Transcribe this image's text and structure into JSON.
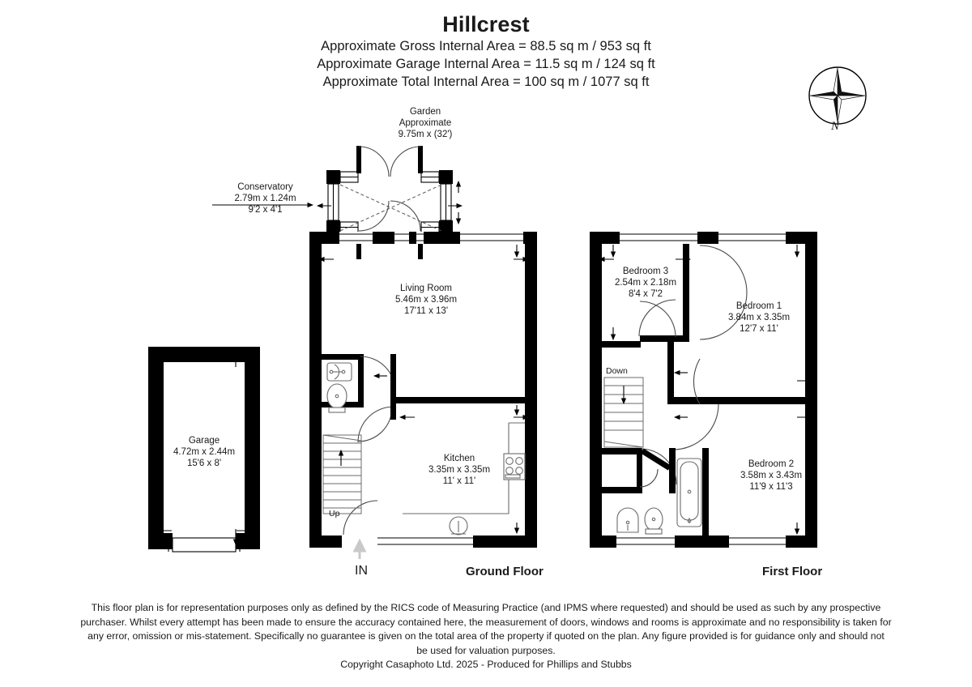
{
  "header": {
    "title": "Hillcrest",
    "areas": [
      "Approximate Gross Internal Area = 88.5 sq m / 953 sq ft",
      "Approximate Garage Internal Area = 11.5 sq m / 124 sq ft",
      "Approximate Total Internal Area = 100 sq m / 1077 sq ft"
    ]
  },
  "compass": {
    "icon": "compass-rose-icon",
    "north_label": "N"
  },
  "floors": [
    {
      "id": "ground",
      "label": "Ground Floor"
    },
    {
      "id": "first",
      "label": "First Floor"
    }
  ],
  "entrance": {
    "label": "IN",
    "icon": "arrow-up-icon"
  },
  "garden": {
    "name": "Garden",
    "qualifier": "Approximate",
    "dimensions": "9.75m x (32')"
  },
  "rooms": [
    {
      "id": "conservatory",
      "name": "Conservatory",
      "dim_metric": "2.79m x 1.24m",
      "dim_imperial": "9'2 x 4'1",
      "floor": "ground"
    },
    {
      "id": "living-room",
      "name": "Living Room",
      "dim_metric": "5.46m x 3.96m",
      "dim_imperial": "17'11 x 13'",
      "floor": "ground"
    },
    {
      "id": "kitchen",
      "name": "Kitchen",
      "dim_metric": "3.35m x 3.35m",
      "dim_imperial": "11' x 11'",
      "floor": "ground"
    },
    {
      "id": "garage",
      "name": "Garage",
      "dim_metric": "4.72m x 2.44m",
      "dim_imperial": "15'6 x 8'",
      "floor": "ground"
    },
    {
      "id": "bedroom-3",
      "name": "Bedroom 3",
      "dim_metric": "2.54m x 2.18m",
      "dim_imperial": "8'4 x 7'2",
      "floor": "first"
    },
    {
      "id": "bedroom-1",
      "name": "Bedroom 1",
      "dim_metric": "3.84m x 3.35m",
      "dim_imperial": "12'7 x 11'",
      "floor": "first"
    },
    {
      "id": "bedroom-2",
      "name": "Bedroom 2",
      "dim_metric": "3.58m x 3.43m",
      "dim_imperial": "11'9 x 11'3",
      "floor": "first"
    }
  ],
  "stairs": {
    "ground_label": "Up",
    "first_label": "Down"
  },
  "fixtures": [
    "wc-basin-icon",
    "wc-toilet-icon",
    "kitchen-hob-icon",
    "kitchen-sink-icon",
    "bath-icon",
    "bathroom-toilet-icon",
    "bathroom-basin-icon",
    "garage-door-icon"
  ],
  "footer": {
    "disclaimer": [
      "This floor plan is for representation purposes only as defined by the RICS code of Measuring Practice (and IPMS where requested) and should be used as such by any prospective",
      "purchaser. Whilst every attempt has been made to ensure the accuracy contained here, the measurement of doors, windows and rooms is approximate and no responsibility is taken for",
      "any error, omission or mis-statement. Specifically no guarantee is given on the total area of the property if quoted on the plan. Any figure provided is for guidance only and should not",
      "be used for valuation purposes."
    ],
    "copyright": "Copyright Casaphoto Ltd. 2025 - Produced for Phillips and Stubbs"
  },
  "colors": {
    "wall": "#000000",
    "text": "#1a1a1a",
    "fixture_line": "#6b6b6b",
    "window_line": "#000000",
    "in_arrow": "#c9c9c9",
    "background": "#ffffff"
  }
}
